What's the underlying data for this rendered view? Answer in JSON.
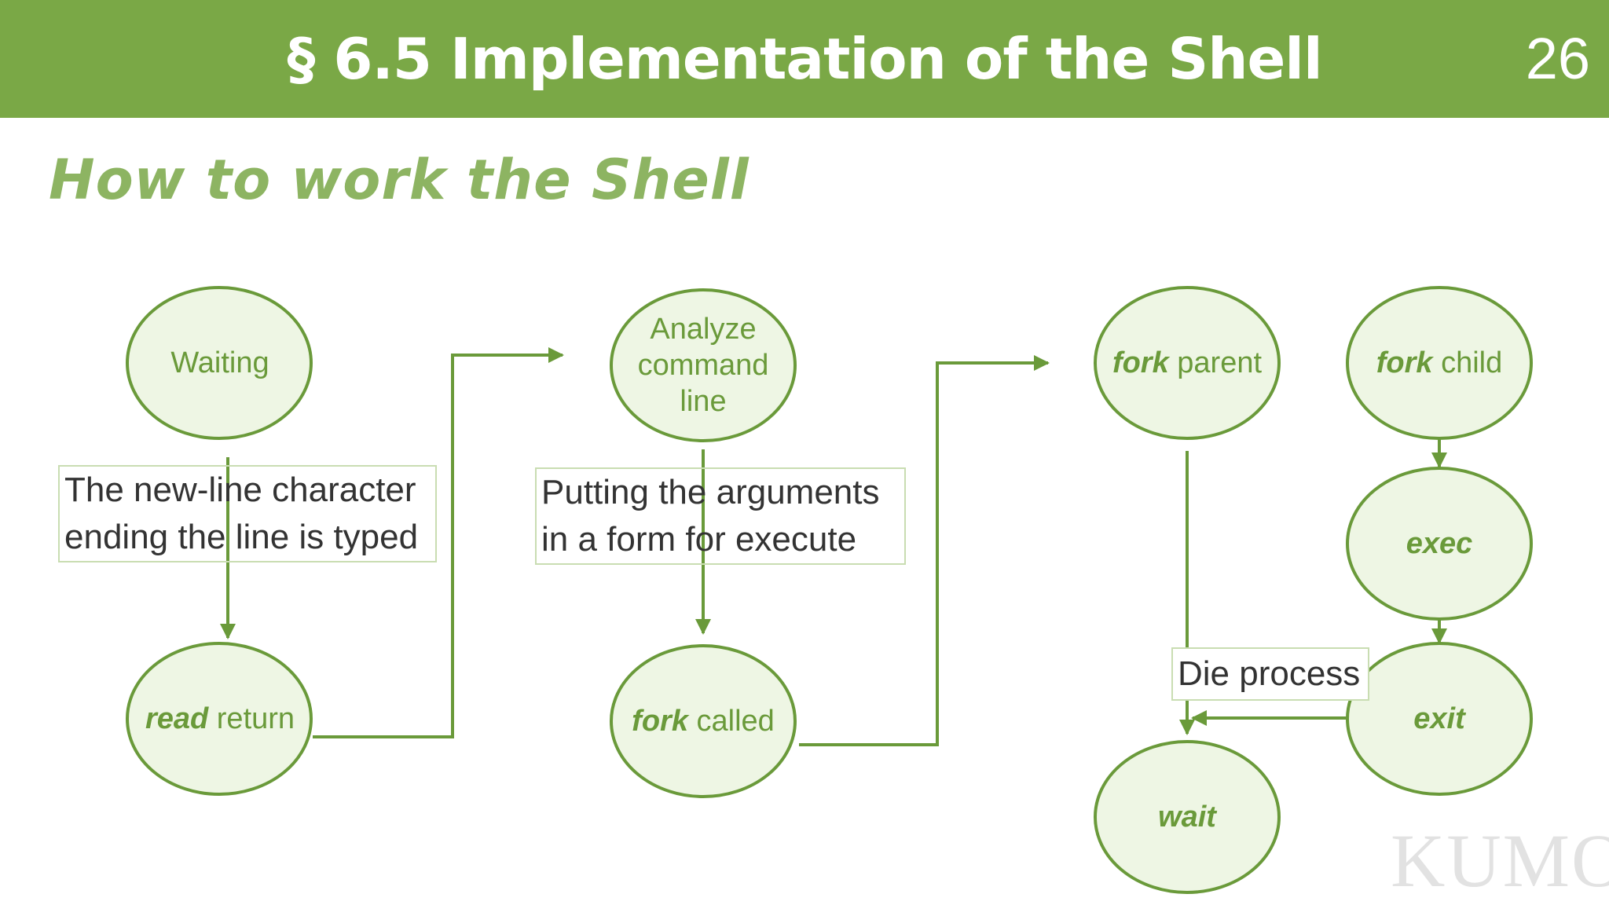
{
  "header": {
    "title": "§ 6.5 Implementation of the Shell",
    "page_number": "26"
  },
  "subtitle": "How to work the Shell",
  "colors": {
    "header_bg": "#7aa846",
    "node_fill": "#eef6e4",
    "node_stroke": "#6a9a3a",
    "node_text": "#6a9a3a",
    "arrow": "#6a9a3a"
  },
  "nodes": {
    "waiting": {
      "plain": "Waiting"
    },
    "read_return": {
      "emph": "read",
      "plain": " return"
    },
    "analyze": {
      "line1": "Analyze",
      "line2": "command",
      "line3": "line"
    },
    "fork_called": {
      "emph": "fork",
      "plain": " called"
    },
    "fork_parent": {
      "emph": "fork",
      "plain": " parent"
    },
    "fork_child": {
      "emph": "fork",
      "plain": " child"
    },
    "exec": {
      "emph": "exec"
    },
    "exit": {
      "emph": "exit"
    },
    "wait": {
      "emph": "wait"
    }
  },
  "notes": {
    "newline": {
      "line1": "The new-line character",
      "line2": "ending the line is typed"
    },
    "arguments": {
      "line1": "Putting the arguments",
      "line2": "in a form for execute"
    },
    "die": {
      "text": "Die process"
    }
  },
  "watermark": "KUMO"
}
